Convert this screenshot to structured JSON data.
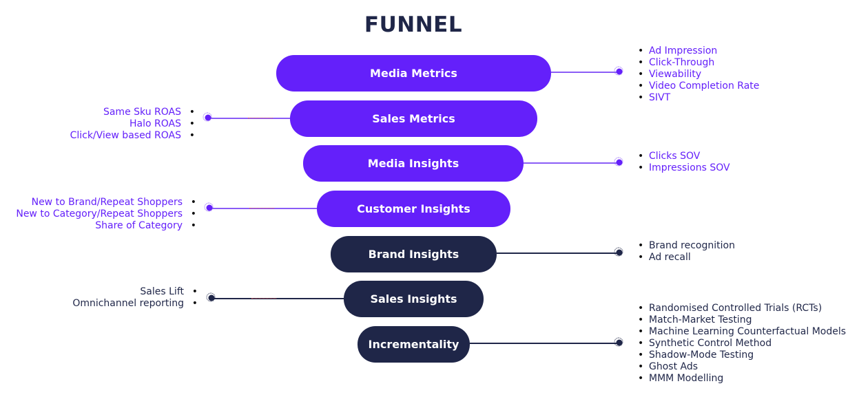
{
  "title": "FUNNEL",
  "colors": {
    "purple": "#6420fa",
    "navy": "#1f2648"
  },
  "stages": [
    {
      "label": "Media Metrics",
      "color": "purple",
      "side": "right",
      "items": [
        "Ad Impression",
        "Click-Through",
        "Viewability",
        "Video Completion Rate",
        "SIVT"
      ]
    },
    {
      "label": "Sales Metrics",
      "color": "purple",
      "side": "left",
      "items": [
        "Same Sku ROAS",
        "Halo ROAS",
        "Click/View based ROAS"
      ]
    },
    {
      "label": "Media Insights",
      "color": "purple",
      "side": "right",
      "items": [
        "Clicks SOV",
        "Impressions SOV"
      ]
    },
    {
      "label": "Customer Insights",
      "color": "purple",
      "side": "left",
      "items": [
        "New to Brand/Repeat Shoppers",
        "New to Category/Repeat Shoppers",
        "Share of Category"
      ]
    },
    {
      "label": "Brand Insights",
      "color": "navy",
      "side": "right",
      "items": [
        "Brand recognition",
        "Ad recall"
      ]
    },
    {
      "label": "Sales Insights",
      "color": "navy",
      "side": "left",
      "items": [
        "Sales Lift",
        "Omnichannel reporting"
      ]
    },
    {
      "label": "Incrementality",
      "color": "navy",
      "side": "right",
      "items": [
        "Randomised Controlled Trials (RCTs)",
        "Match-Market Testing",
        "Machine Learning Counterfactual Models",
        "Synthetic Control Method",
        "Shadow-Mode Testing",
        "Ghost Ads",
        "MMM Modelling"
      ]
    }
  ]
}
